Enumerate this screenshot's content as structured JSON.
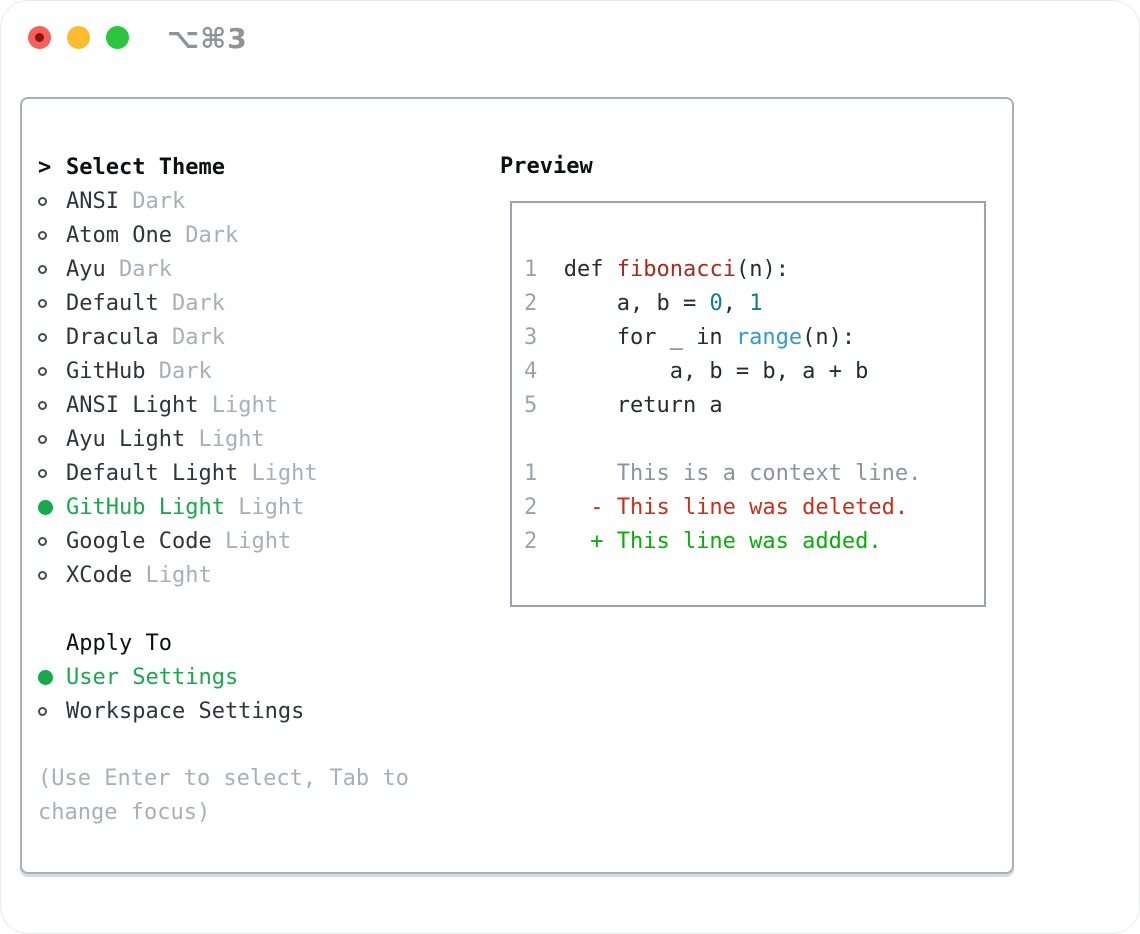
{
  "window": {
    "title": "⌥⌘3",
    "traffic_lights": [
      "close",
      "minimize",
      "zoom"
    ]
  },
  "theme_panel": {
    "header_prefix": ">",
    "header_label": "Select Theme",
    "themes": [
      {
        "name": "ANSI",
        "variant": "Dark",
        "selected": false
      },
      {
        "name": "Atom One",
        "variant": "Dark",
        "selected": false
      },
      {
        "name": "Ayu",
        "variant": "Dark",
        "selected": false
      },
      {
        "name": "Default",
        "variant": "Dark",
        "selected": false
      },
      {
        "name": "Dracula",
        "variant": "Dark",
        "selected": false
      },
      {
        "name": "GitHub",
        "variant": "Dark",
        "selected": false
      },
      {
        "name": "ANSI Light",
        "variant": "Light",
        "selected": false
      },
      {
        "name": "Ayu Light",
        "variant": "Light",
        "selected": false
      },
      {
        "name": "Default Light",
        "variant": "Light",
        "selected": false
      },
      {
        "name": "GitHub Light",
        "variant": "Light",
        "selected": true
      },
      {
        "name": "Google Code",
        "variant": "Light",
        "selected": false
      },
      {
        "name": "XCode",
        "variant": "Light",
        "selected": false
      }
    ],
    "apply_to_label": "Apply To",
    "apply_options": [
      {
        "name": "User Settings",
        "selected": true
      },
      {
        "name": "Workspace Settings",
        "selected": false
      }
    ],
    "hint": "(Use Enter to select, Tab to change focus)"
  },
  "preview": {
    "label": "Preview",
    "lines": [
      {
        "name": "code-line-1",
        "segments": [
          {
            "text": "1",
            "color": "gutter"
          },
          {
            "text": "  def ",
            "color": "default"
          },
          {
            "text": "fibonacci",
            "color": "function"
          },
          {
            "text": "(n):",
            "color": "default"
          }
        ]
      },
      {
        "name": "code-line-2",
        "segments": [
          {
            "text": "2",
            "color": "gutter"
          },
          {
            "text": "      a, b = ",
            "color": "default"
          },
          {
            "text": "0",
            "color": "number"
          },
          {
            "text": ", ",
            "color": "default"
          },
          {
            "text": "1",
            "color": "number"
          }
        ]
      },
      {
        "name": "code-line-3",
        "segments": [
          {
            "text": "3",
            "color": "gutter"
          },
          {
            "text": "      for _ in ",
            "color": "default"
          },
          {
            "text": "range",
            "color": "builtin"
          },
          {
            "text": "(n):",
            "color": "default"
          }
        ]
      },
      {
        "name": "code-line-4",
        "segments": [
          {
            "text": "4",
            "color": "gutter"
          },
          {
            "text": "          a, b = b, a + b",
            "color": "default"
          }
        ]
      },
      {
        "name": "code-line-5",
        "segments": [
          {
            "text": "5",
            "color": "gutter"
          },
          {
            "text": "      return a",
            "color": "default"
          }
        ]
      },
      {
        "name": "blank-line",
        "segments": [
          {
            "text": " ",
            "color": "default"
          }
        ]
      },
      {
        "name": "diff-context-line",
        "segments": [
          {
            "text": "1",
            "color": "gutter"
          },
          {
            "text": "      This is a context line.",
            "color": "context"
          }
        ]
      },
      {
        "name": "diff-deleted-line",
        "segments": [
          {
            "text": "2",
            "color": "gutter"
          },
          {
            "text": "    - This line was deleted.",
            "color": "deleted"
          }
        ]
      },
      {
        "name": "diff-added-line",
        "segments": [
          {
            "text": "2",
            "color": "gutter"
          },
          {
            "text": "    + This line was added.",
            "color": "added"
          }
        ]
      }
    ]
  },
  "colors": {
    "gutter": "#9aa4af",
    "default": "#262c33",
    "function": "#ac2a1c",
    "number": "#0e7e8a",
    "builtin": "#2e9bd6",
    "context": "#8b939c",
    "deleted": "#c93018",
    "added": "#04b104",
    "selected_green": "#17a94c",
    "theme_name": "#2e353c",
    "variant_label": "#a6b0ba",
    "hint_text": "#a6b0ba",
    "header_text": "#0d1013",
    "panel_border": "#a7b1bb",
    "preview_border": "#98a4af",
    "traffic_red": "#f7605a",
    "traffic_yellow": "#fdbc2f",
    "traffic_green": "#2ac63e"
  }
}
